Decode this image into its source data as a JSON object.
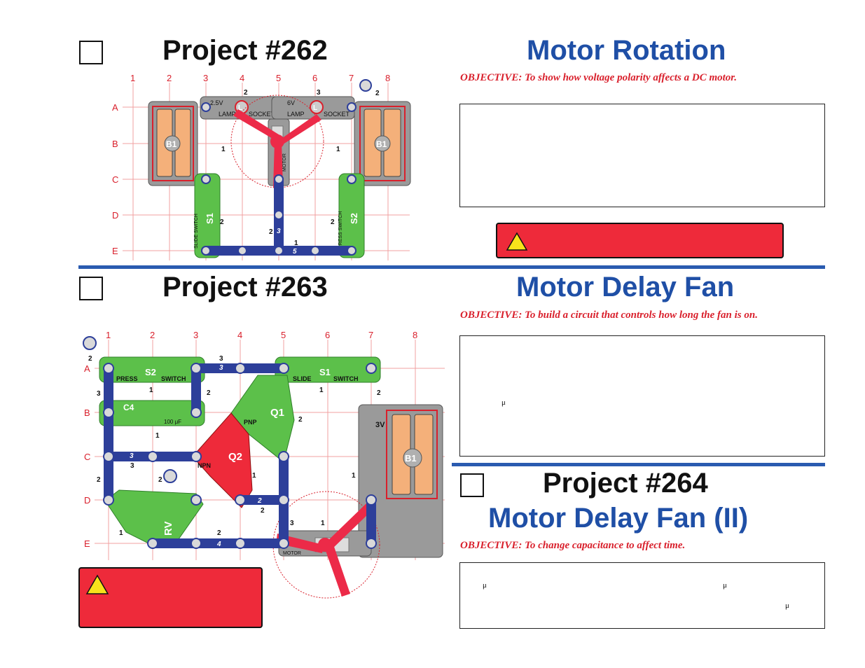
{
  "p262": {
    "project_label": "Project #262",
    "title": "Motor Rotation",
    "objective": "OBJECTIVE:  To show how voltage polarity affects a DC motor.",
    "cols": [
      "1",
      "2",
      "3",
      "4",
      "5",
      "6",
      "7",
      "8"
    ],
    "rows": [
      "A",
      "B",
      "C",
      "D",
      "E"
    ],
    "labels": {
      "b1_left": "B1",
      "b1_right": "B1",
      "lamp_left_voltage": "2.5V",
      "lamp_right_voltage": "6V",
      "lamp_left": "LAMP",
      "socket_left": "SOCKET",
      "lamp_right": "LAMP",
      "socket_right": "SOCKET",
      "l_left": "L",
      "l_right": "L",
      "motor": "MOTOR",
      "s1": "S1",
      "slide_switch": "SLIDE    SWITCH",
      "s2": "S2",
      "press_switch": "PRESS    SWITCH",
      "n1": "1",
      "n2": "2",
      "n3": "3",
      "n5": "5"
    }
  },
  "p263": {
    "project_label": "Project #263",
    "title": "Motor Delay Fan",
    "objective": "OBJECTIVE:  To build a circuit that controls how long the fan is on.",
    "mu": "μ",
    "cols": [
      "1",
      "2",
      "3",
      "4",
      "5",
      "6",
      "7",
      "8"
    ],
    "rows": [
      "A",
      "B",
      "C",
      "D",
      "E"
    ],
    "labels": {
      "s2": "S2",
      "press": "PRESS",
      "switch": "SWITCH",
      "s1": "S1",
      "slide": "SLIDE",
      "switch2": "SWITCH",
      "c4": "C4",
      "c4_value": "100 μF",
      "q1": "Q1",
      "pnp": "PNP",
      "q2": "Q2",
      "npn": "NPN",
      "rv": "RV",
      "b1": "B1",
      "b1_voltage": "3V",
      "motor": "MOTOR",
      "n1": "1",
      "n2": "2",
      "n3": "3",
      "n4": "4"
    }
  },
  "p264": {
    "project_label": "Project #264",
    "title": "Motor Delay Fan (II)",
    "objective": "OBJECTIVE:  To change capacitance to affect time.",
    "mu": "μ"
  },
  "colors": {
    "blue_title": "#1f4fa6",
    "objective_red": "#d9202c",
    "warning_red": "#ee2a3a",
    "warning_yellow": "#f7e21b",
    "wire_blue": "#2d3f9a",
    "switch_green": "#5cc04a",
    "battery_orange": "#f4b07a",
    "grid_red": "#e04a4a",
    "fan_red": "#ec2a48"
  }
}
